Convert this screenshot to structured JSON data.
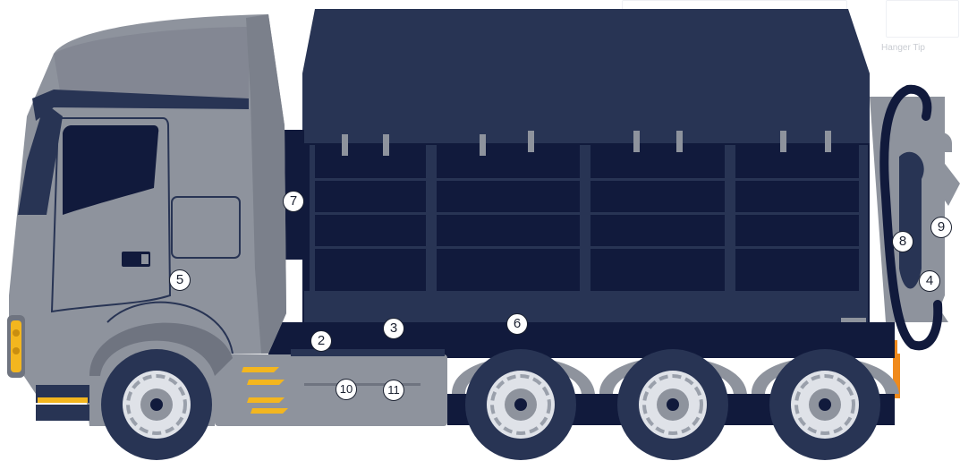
{
  "diagram": {
    "background_caption": "Hanger Tip",
    "markers": [
      {
        "id": "m1",
        "label": "5"
      },
      {
        "id": "m2",
        "label": "7"
      },
      {
        "id": "m3",
        "label": "2"
      },
      {
        "id": "m4",
        "label": "3"
      },
      {
        "id": "m5",
        "label": "6"
      },
      {
        "id": "m6",
        "label": "10"
      },
      {
        "id": "m7",
        "label": "11"
      },
      {
        "id": "m8",
        "label": "8"
      },
      {
        "id": "m9",
        "label": "9"
      },
      {
        "id": "m10",
        "label": "4"
      }
    ]
  },
  "colors": {
    "cab": "#8e939d",
    "cab_dark": "#6f7480",
    "body_navy": "#283454",
    "body_deep": "#111a3c",
    "accent_yellow": "#f3b61f",
    "light_orange": "#f08a1c",
    "wheel_dark": "#1d2540",
    "hub_light": "#dfe2e8"
  }
}
